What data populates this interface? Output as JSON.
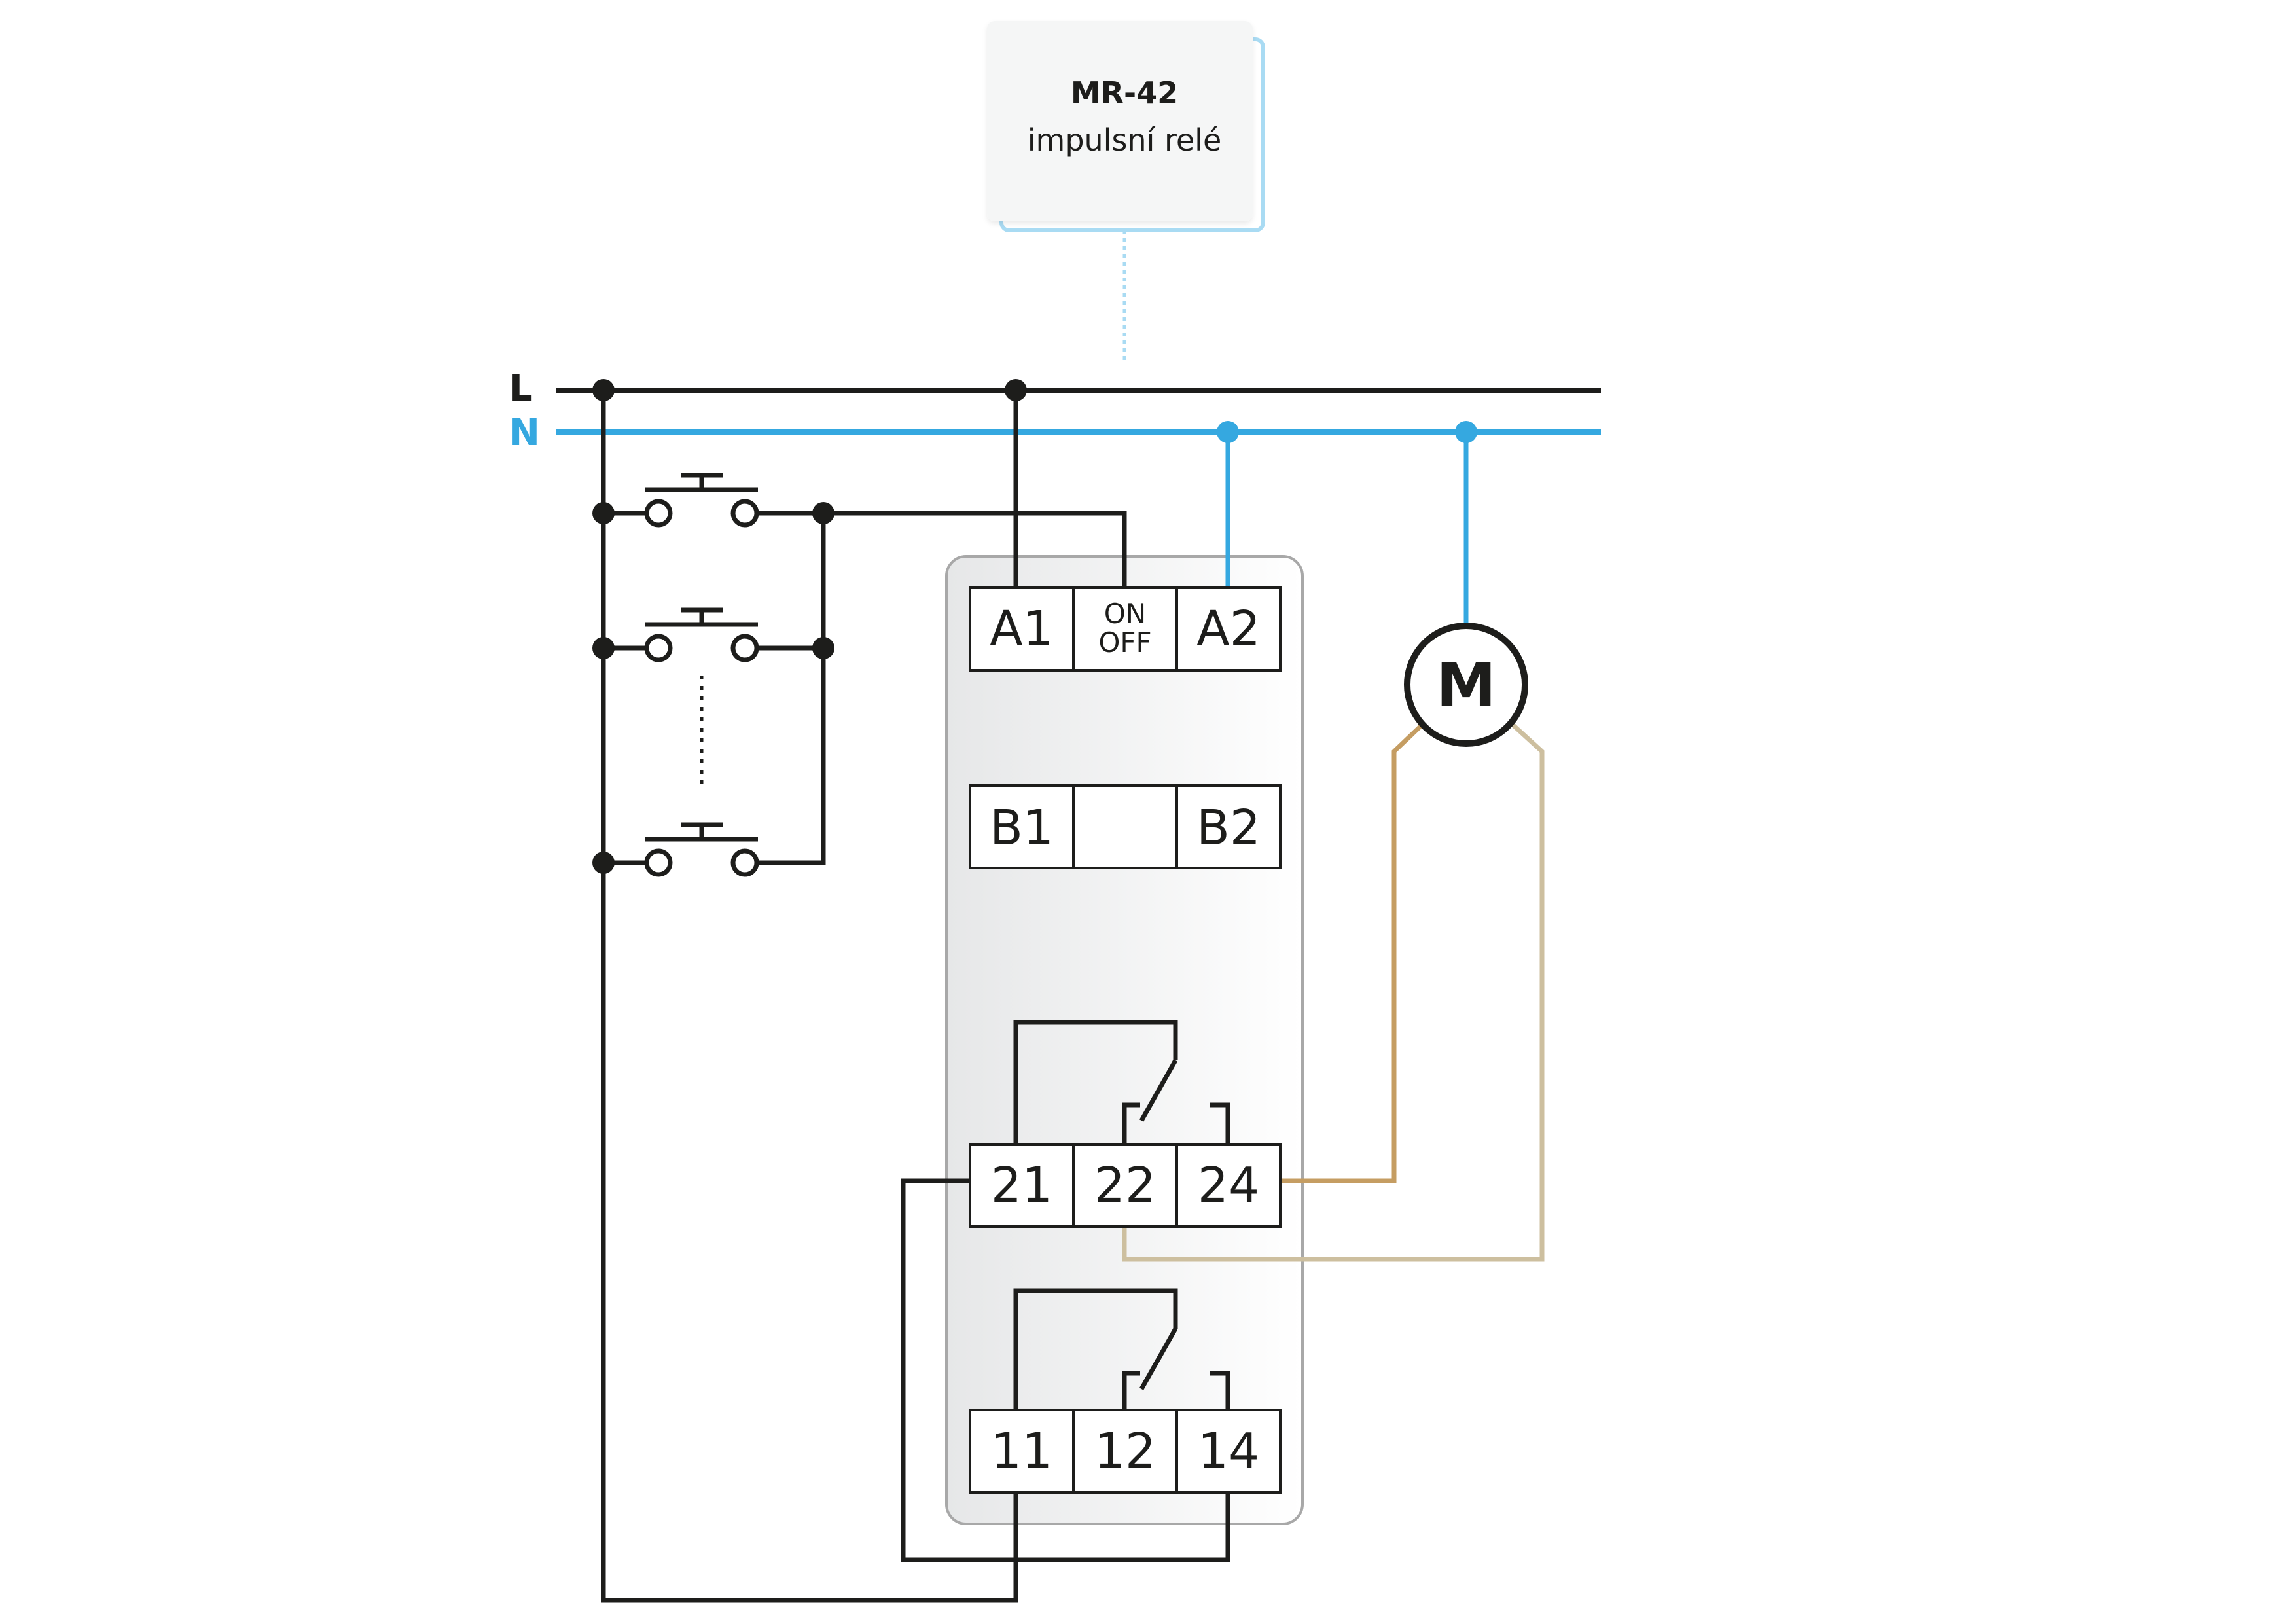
{
  "device": {
    "model": "MR-42",
    "description": "impulsní relé"
  },
  "bus": {
    "line": "L",
    "neutral": "N"
  },
  "terminals": {
    "top": [
      "A1",
      "ON",
      "OFF",
      "A2"
    ],
    "middle": [
      "B1",
      "B2"
    ],
    "contact2": [
      "21",
      "22",
      "24"
    ],
    "contact1": [
      "11",
      "12",
      "14"
    ]
  },
  "motor": {
    "label": "M"
  },
  "colors": {
    "wire": "#1d1d1b",
    "neutral": "#35a8e0",
    "motor_wire_a": "#c59d62",
    "motor_wire_b": "#cdbf9f",
    "callout_line": "#a9dbf3",
    "housing_border": "#a8a8a8",
    "callout_bg": "#f5f6f6"
  }
}
